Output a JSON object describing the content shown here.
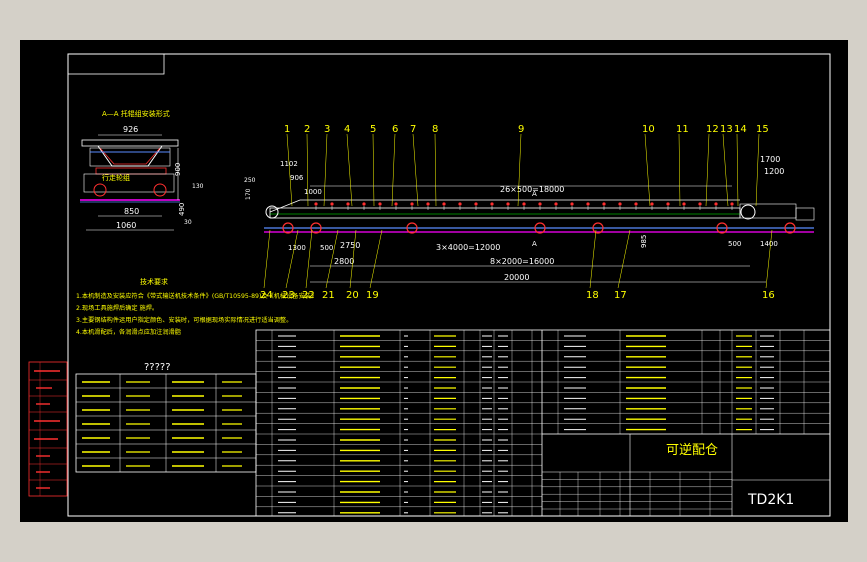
{
  "drawing": {
    "title_cn": "可逆配仓",
    "drawing_code": "TD2K1",
    "section_label": "A—A 托辊组安装形式",
    "spec_table_title": "?????",
    "tech_req_title": "技术要求",
    "tech_req_lines": [
      "1.本机制造及安装应符合《带式输送机技术条件》(GB/T10595-89)及《机械设备安装》",
      "2.现场工具施焊后确定 施焊。",
      "3.主要钢结构件运用户指定颜色、安装时，可根据现场实际情况进行适当调整。",
      "4.本机滑配后，各润滑点应加注润滑脂"
    ],
    "part_numbers_top": [
      "1",
      "2",
      "3",
      "4",
      "5",
      "6",
      "7",
      "8",
      "9",
      "10",
      "11",
      "12",
      "13",
      "14",
      "15"
    ],
    "part_numbers_bottom": [
      "24",
      "23",
      "22",
      "21",
      "20",
      "19",
      "18",
      "17",
      "16"
    ],
    "dimensions": {
      "idler_width": "926",
      "frame_height": "900",
      "gauge": "850",
      "base_width": "1060",
      "span_upper": "26×500=18000",
      "span_lower": "3×4000=12000",
      "span_bottom": "8×2000=16000",
      "total": "20000",
      "left_a": "1102",
      "left_b": "906",
      "left_c": "1000",
      "left_d": "250",
      "left_e": "170",
      "left_f": "1300",
      "left_g": "500",
      "left_h": "2750",
      "left_i": "2800",
      "right_a": "1700",
      "right_b": "1200",
      "right_c": "500",
      "right_d": "1400",
      "right_e": "985",
      "side_a": "490",
      "side_b": "30",
      "side_c": "130"
    },
    "section_mark": "A",
    "travel_wheel_label": "行走轮组"
  }
}
